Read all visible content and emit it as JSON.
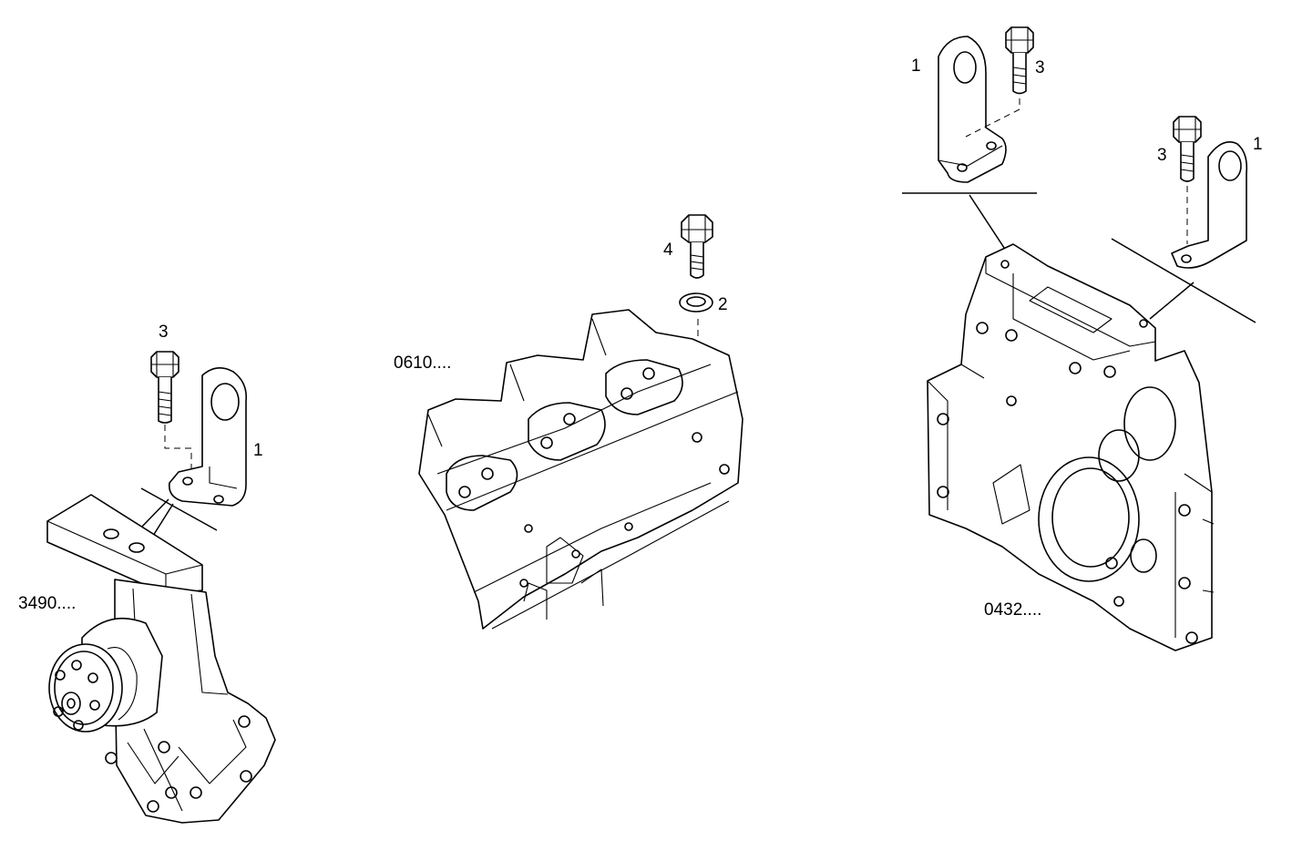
{
  "callouts": {
    "left_bolt": "3",
    "left_bracket": "1",
    "left_assembly_ref": "3490....",
    "center_bolt": "4",
    "center_washer": "2",
    "center_assembly_ref": "0610....",
    "right_top_bracket": "1",
    "right_top_bolt": "3",
    "right_side_bolt": "3",
    "right_side_bracket": "1",
    "right_assembly_ref": "0432...."
  }
}
